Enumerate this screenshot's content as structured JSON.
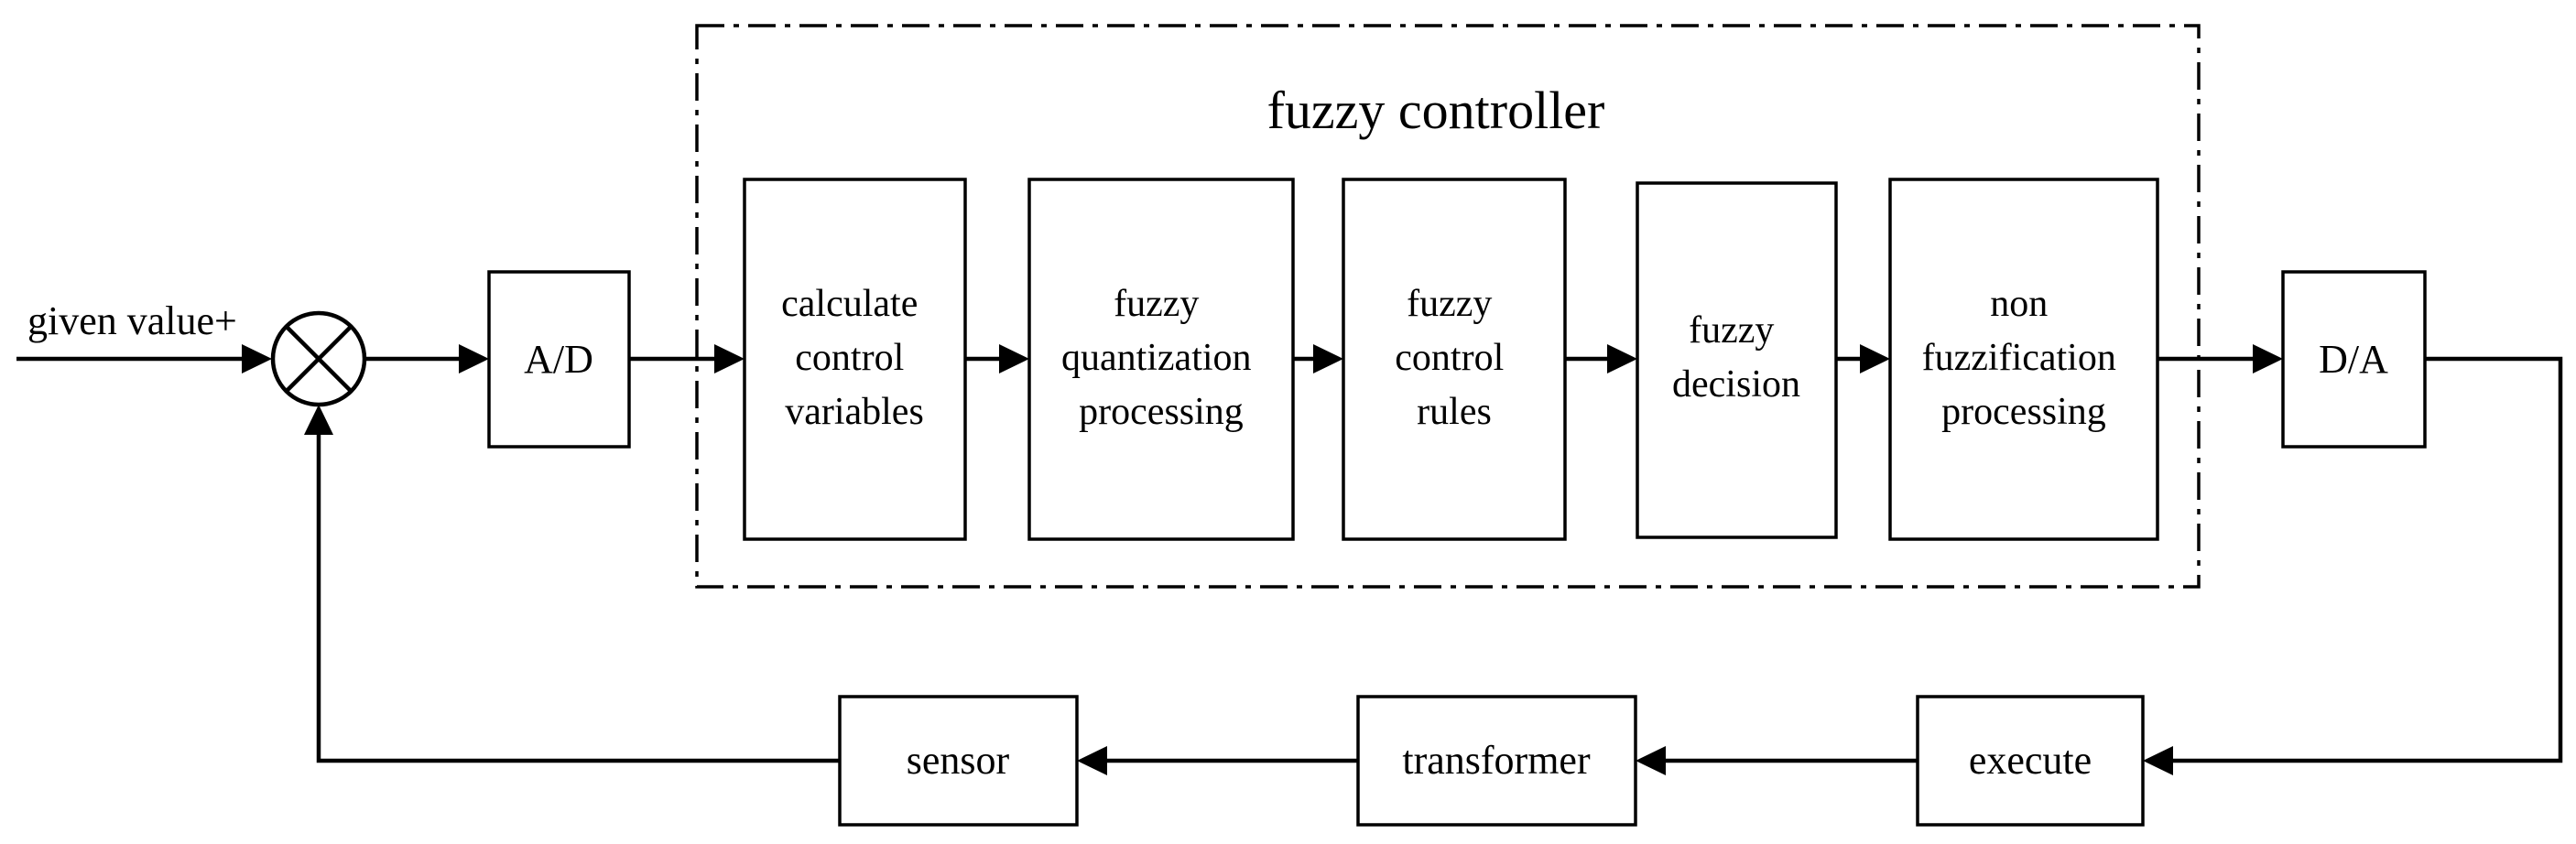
{
  "diagram": {
    "group_title": "fuzzy controller",
    "input_label": "given value+",
    "blocks": {
      "ad": "A/D",
      "calc": [
        "calculate",
        "control",
        "variables"
      ],
      "quant": [
        "fuzzy",
        "quantization",
        "processing"
      ],
      "rules": [
        "fuzzy",
        "control",
        "rules"
      ],
      "decision": [
        "fuzzy",
        "decision"
      ],
      "defuzz": [
        "non",
        "fuzzification",
        "processing"
      ],
      "da": "D/A",
      "execute": "execute",
      "transformer": "transformer",
      "sensor": "sensor"
    }
  }
}
